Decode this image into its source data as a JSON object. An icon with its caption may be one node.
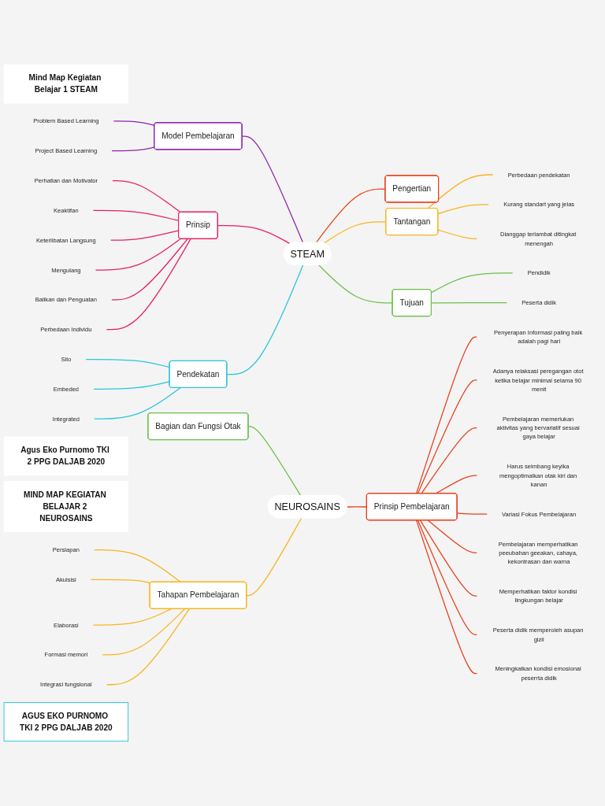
{
  "diagram": {
    "nodes": [
      {
        "text": [
          "Mind Map Kegiatan Belajar 1 STEAM"
        ]
      },
      {
        "text": [
          "STEAM"
        ]
      },
      {
        "text": [
          "Model Pembelajaran"
        ]
      },
      {
        "text": [
          "Problem Based Learning"
        ]
      },
      {
        "text": [
          "Project Based Learning"
        ]
      },
      {
        "text": [
          "Prinsip"
        ]
      },
      {
        "text": [
          "Perhatian dan Motivator"
        ]
      },
      {
        "text": [
          "Keaktifan"
        ]
      },
      {
        "text": [
          "Keterlibatan Langsung"
        ]
      },
      {
        "text": [
          "Mengulang"
        ]
      },
      {
        "text": [
          "Balikan dan Penguatan"
        ]
      },
      {
        "text": [
          "Perbedaan Individu"
        ]
      },
      {
        "text": [
          "Pendekatan"
        ]
      },
      {
        "text": [
          "Silo"
        ]
      },
      {
        "text": [
          "Embeded"
        ]
      },
      {
        "text": [
          "Integrated"
        ]
      },
      {
        "text": [
          "Pengertian"
        ]
      },
      {
        "text": [
          "Tantangan"
        ]
      },
      {
        "text": [
          "Perbedaan pendekatan"
        ]
      },
      {
        "text": [
          "Kurang standart yang jelas"
        ]
      },
      {
        "text": [
          "Dianggap terlambat ditingkat menengah"
        ]
      },
      {
        "text": [
          "Tujuan"
        ]
      },
      {
        "text": [
          "Pendidik"
        ]
      },
      {
        "text": [
          "Peserta didik"
        ]
      },
      {
        "text": [
          "Agus Eko Purnomo TKI 2 PPG DALJAB 2020"
        ]
      },
      {
        "text": [
          "MIND MAP KEGIATAN BELAJAR 2 NEUROSAINS"
        ]
      },
      {
        "text": [
          "NEUROSAINS"
        ]
      },
      {
        "text": [
          "Bagian dan Fungsi Otak"
        ]
      },
      {
        "text": [
          "Tahapan Pembelajaran"
        ]
      },
      {
        "text": [
          "Persiapan"
        ]
      },
      {
        "text": [
          "Akuisisi"
        ]
      },
      {
        "text": [
          "Elaborasi"
        ]
      },
      {
        "text": [
          "Formasi memori"
        ]
      },
      {
        "text": [
          "Integrasi fungsional"
        ]
      },
      {
        "text": [
          "Prinsip Pembelajaran"
        ]
      },
      {
        "text": [
          "Penyerapan Informasi paling baik adalah pagi hari"
        ]
      },
      {
        "text": [
          "Adanya relaksasi peregangan otot ketika belajar minimal selama 90 menit"
        ]
      },
      {
        "text": [
          "Pembelajaran memerlukan aktivitas yang bervariatif sesuai gaya belajar"
        ]
      },
      {
        "text": [
          "Harus seimbang keyika mengoptimalkan otak kiri dan kanan"
        ]
      },
      {
        "text": [
          "Variasi Fokus Pembelajaran"
        ]
      },
      {
        "text": [
          "Pembelajaran memperhatikan peeubahan geeakan, cahaya, kekontrasan dan warna"
        ]
      },
      {
        "text": [
          "Memperhatikan faktor kondisi lingkungan belajar"
        ]
      },
      {
        "text": [
          "Peserta didik memperoleh asupan gizii"
        ]
      },
      {
        "text": [
          "Meningkatkan kondisi emosional peserrta didik"
        ]
      },
      {
        "text": [
          "AGUS EKO PURNOMO TKI 2 PPG DALJAB 2020"
        ]
      }
    ],
    "edges": [
      {
        "from": 3,
        "to": 2,
        "arrow": "none",
        "color": "#8e24aa"
      },
      {
        "from": 4,
        "to": 2,
        "arrow": "none",
        "color": "#8e24aa"
      },
      {
        "from": 2,
        "to": 1,
        "arrow": "none",
        "color": "#8e24aa"
      },
      {
        "from": 6,
        "to": 5,
        "arrow": "none",
        "color": "#e91e63"
      },
      {
        "from": 7,
        "to": 5,
        "arrow": "none",
        "color": "#e91e63"
      },
      {
        "from": 8,
        "to": 5,
        "arrow": "none",
        "color": "#e91e63"
      },
      {
        "from": 9,
        "to": 5,
        "arrow": "none",
        "color": "#e91e63"
      },
      {
        "from": 10,
        "to": 5,
        "arrow": "none",
        "color": "#e91e63"
      },
      {
        "from": 11,
        "to": 5,
        "arrow": "none",
        "color": "#e91e63"
      },
      {
        "from": 5,
        "to": 1,
        "arrow": "none",
        "color": "#e91e63"
      },
      {
        "from": 13,
        "to": 12,
        "arrow": "none",
        "color": "#26c6da"
      },
      {
        "from": 14,
        "to": 12,
        "arrow": "none",
        "color": "#26c6da"
      },
      {
        "from": 15,
        "to": 12,
        "arrow": "none",
        "color": "#26c6da"
      },
      {
        "from": 12,
        "to": 1,
        "arrow": "none",
        "color": "#26c6da"
      },
      {
        "from": 1,
        "to": 16,
        "arrow": "none",
        "color": "#e8401c"
      },
      {
        "from": 1,
        "to": 17,
        "arrow": "none",
        "color": "#f9b41c"
      },
      {
        "from": 17,
        "to": 18,
        "arrow": "none",
        "color": "#f9b41c"
      },
      {
        "from": 17,
        "to": 19,
        "arrow": "none",
        "color": "#f9b41c"
      },
      {
        "from": 17,
        "to": 20,
        "arrow": "none",
        "color": "#f9b41c"
      },
      {
        "from": 1,
        "to": 21,
        "arrow": "none",
        "color": "#6cc04a"
      },
      {
        "from": 21,
        "to": 22,
        "arrow": "none",
        "color": "#6cc04a"
      },
      {
        "from": 21,
        "to": 23,
        "arrow": "none",
        "color": "#6cc04a"
      },
      {
        "from": 27,
        "to": 26,
        "arrow": "none",
        "color": "#6cc04a"
      },
      {
        "from": 29,
        "to": 28,
        "arrow": "none",
        "color": "#f9b41c"
      },
      {
        "from": 30,
        "to": 28,
        "arrow": "none",
        "color": "#f9b41c"
      },
      {
        "from": 31,
        "to": 28,
        "arrow": "none",
        "color": "#f9b41c"
      },
      {
        "from": 32,
        "to": 28,
        "arrow": "none",
        "color": "#f9b41c"
      },
      {
        "from": 33,
        "to": 28,
        "arrow": "none",
        "color": "#f9b41c"
      },
      {
        "from": 28,
        "to": 26,
        "arrow": "none",
        "color": "#f9b41c"
      },
      {
        "from": 26,
        "to": 34,
        "arrow": "none",
        "color": "#e8401c"
      },
      {
        "from": 34,
        "to": 35,
        "arrow": "none",
        "color": "#e8401c"
      },
      {
        "from": 34,
        "to": 36,
        "arrow": "none",
        "color": "#e8401c"
      },
      {
        "from": 34,
        "to": 37,
        "arrow": "none",
        "color": "#e8401c"
      },
      {
        "from": 34,
        "to": 38,
        "arrow": "none",
        "color": "#e8401c"
      },
      {
        "from": 34,
        "to": 39,
        "arrow": "none",
        "color": "#e8401c"
      },
      {
        "from": 34,
        "to": 40,
        "arrow": "none",
        "color": "#e8401c"
      },
      {
        "from": 34,
        "to": 41,
        "arrow": "none",
        "color": "#e8401c"
      },
      {
        "from": 34,
        "to": 42,
        "arrow": "none",
        "color": "#e8401c"
      },
      {
        "from": 34,
        "to": 43,
        "arrow": "none",
        "color": "#e8401c"
      }
    ]
  }
}
